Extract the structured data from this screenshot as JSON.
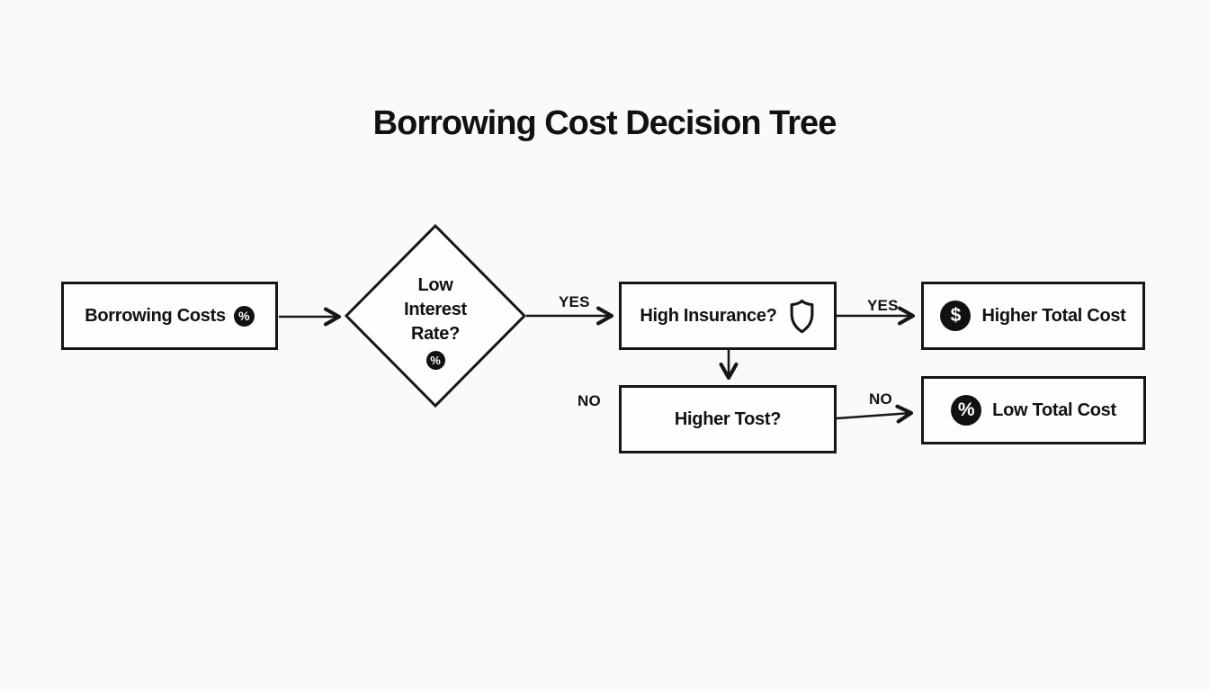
{
  "title": "Borrowing Cost Decision Tree",
  "nodes": {
    "borrowing_costs": {
      "label": "Borrowing Costs",
      "badge": "%"
    },
    "low_interest_rate": {
      "lines": [
        "Low",
        "Interest",
        "Rate?"
      ],
      "badge": "%"
    },
    "high_insurance": {
      "label": "High Insurance?"
    },
    "higher_tost": {
      "label": "Higher Tost?"
    },
    "higher_total_cost": {
      "label": "Higher Total Cost",
      "badge": "$"
    },
    "low_total_cost": {
      "label": "Low Total Cost",
      "badge": "%"
    }
  },
  "edge_labels": {
    "interest_yes": "YES",
    "insurance_yes": "YES",
    "insurance_no": "NO",
    "tost_no": "NO"
  },
  "colors": {
    "ink": "#161616",
    "box_fill": "#fefefe",
    "background": "#fafafa"
  }
}
